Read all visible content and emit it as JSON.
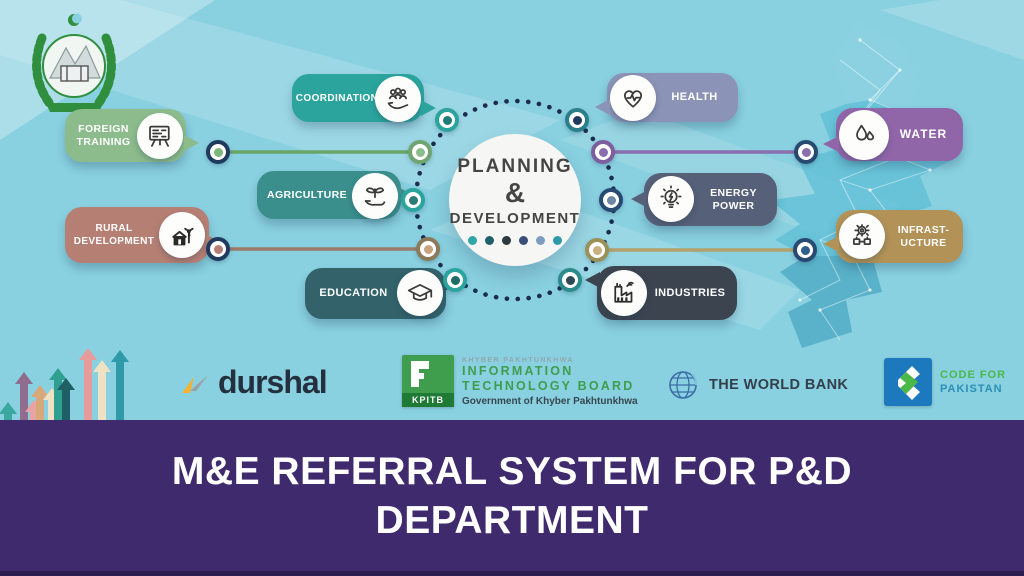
{
  "emblem": {
    "name": "khyber-pakhtunkhwa-government-emblem"
  },
  "center_circle": {
    "line1": "PLANNING",
    "amp": "&",
    "line2": "DEVELOPMENT",
    "progress_dot_colors": [
      "#2fa7a7",
      "#20606a",
      "#2e3a40",
      "#3a4f78",
      "#7e9cc0",
      "#2f9aa7"
    ]
  },
  "nodes": [
    {
      "id": "foreign-training",
      "label1": "FOREIGN",
      "label2": "TRAINING",
      "color": "#8cbb8c",
      "icon": "training-board-icon"
    },
    {
      "id": "coordination",
      "label1": "COORDINATION",
      "label2": "",
      "color": "#2ba49d",
      "icon": "people-hands-icon"
    },
    {
      "id": "agriculture",
      "label1": "AGRICULTURE",
      "label2": "",
      "color": "#3a8f8c",
      "icon": "sprout-hand-icon"
    },
    {
      "id": "rural-development",
      "label1": "RURAL",
      "label2": "DEVELOPMENT",
      "color": "#b67f73",
      "icon": "house-turbine-icon"
    },
    {
      "id": "education",
      "label1": "EDUCATION",
      "label2": "",
      "color": "#33626b",
      "icon": "graduation-cap-icon"
    },
    {
      "id": "health",
      "label1": "HEALTH",
      "label2": "",
      "color": "#8b93b7",
      "icon": "heart-pulse-icon"
    },
    {
      "id": "energy-power",
      "label1": "ENERGY",
      "label2": "POWER",
      "color": "#566078",
      "icon": "bulb-bolt-icon"
    },
    {
      "id": "industries",
      "label1": "INDUSTRIES",
      "label2": "",
      "color": "#3c4450",
      "icon": "factory-icon"
    },
    {
      "id": "water",
      "label1": "WATER",
      "label2": "",
      "color": "#9166a9",
      "icon": "water-drops-icon"
    },
    {
      "id": "infrastructure",
      "label1": "INFRAST-",
      "label2": "UCTURE",
      "color": "#b29256",
      "icon": "gears-icon"
    }
  ],
  "logos": {
    "durshal": {
      "text": "durshal"
    },
    "kpitb": {
      "square_label": "KPITB",
      "line0": "KHYBER PAKHTUNKHWA",
      "line1": "INFORMATION",
      "line2": "TECHNOLOGY BOARD",
      "line3": "Government of Khyber Pakhtunkhwa"
    },
    "world_bank": {
      "text": "THE WORLD BANK"
    },
    "code_for_pakistan": {
      "line1": "CODE FOR",
      "line2": "PAKISTAN"
    }
  },
  "banner": {
    "line1": "M&E REFERRAL SYSTEM FOR P&D",
    "line2": "DEPARTMENT",
    "bg_color": "#3f2a6d"
  },
  "decor": {
    "background_color": "#89d0e0",
    "map": "khyber-pakhtunkhwa-low-poly-map",
    "growth_arrows_colors": [
      "#3aa89e",
      "#8f6d8f",
      "#d9a87a",
      "#e8a3a3",
      "#2fa090",
      "#1f5f66",
      "#efe2c4",
      "#e89b9b",
      "#2f9aa7"
    ]
  }
}
